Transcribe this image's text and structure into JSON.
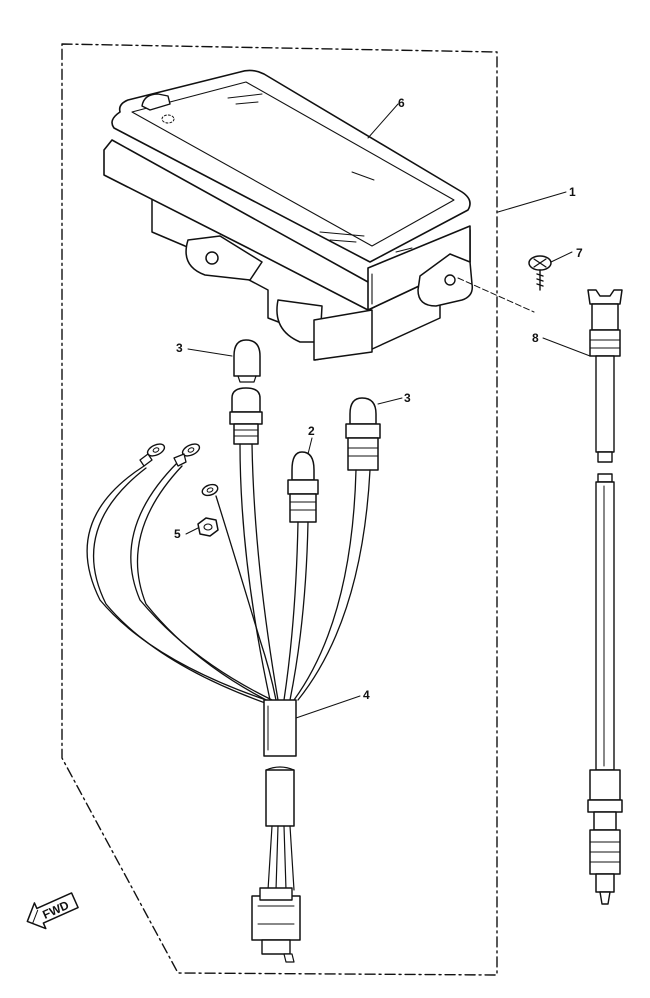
{
  "callouts": {
    "c1": "1",
    "c2": "2",
    "c3a": "3",
    "c3b": "3",
    "c4": "4",
    "c5": "5",
    "c6": "6",
    "c7": "7",
    "c8": "8"
  },
  "fwd_label": "FWD",
  "colors": {
    "ink": "#111111",
    "paper": "#ffffff"
  }
}
